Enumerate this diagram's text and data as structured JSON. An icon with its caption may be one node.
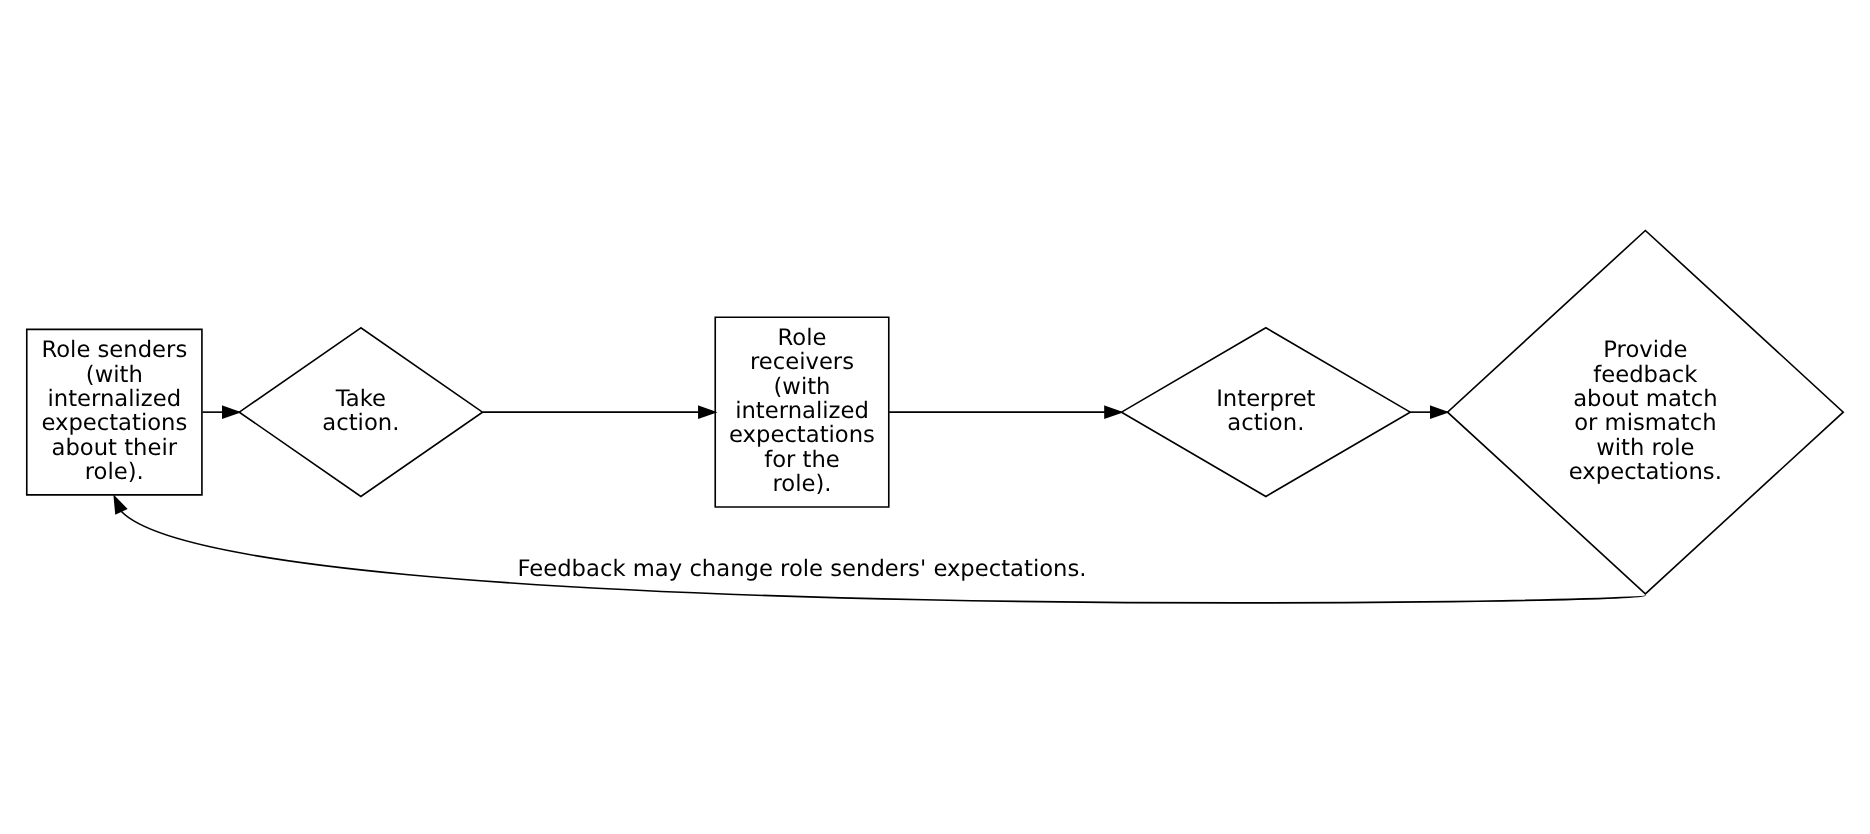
{
  "diagram": {
    "nodes": [
      {
        "text": [
          "Role senders (with internalized expectations about their role)."
        ]
      },
      {
        "text": [
          "Take action."
        ]
      },
      {
        "text": [
          "Role receivers (with internalized expectations for the role)."
        ]
      },
      {
        "text": [
          "Interpret action."
        ]
      },
      {
        "text": [
          "Provide feedback about match or mismatch with role expectations."
        ]
      }
    ],
    "edges": [
      {
        "from": 0,
        "to": 1,
        "arrow": "to"
      },
      {
        "from": 1,
        "to": 2,
        "arrow": "to"
      },
      {
        "from": 2,
        "to": 3,
        "arrow": "to"
      },
      {
        "from": 3,
        "to": 4,
        "arrow": "to"
      },
      {
        "from": 4,
        "to": 0,
        "arrow": "to",
        "label": "Feedback may change role senders' expectations."
      }
    ]
  }
}
